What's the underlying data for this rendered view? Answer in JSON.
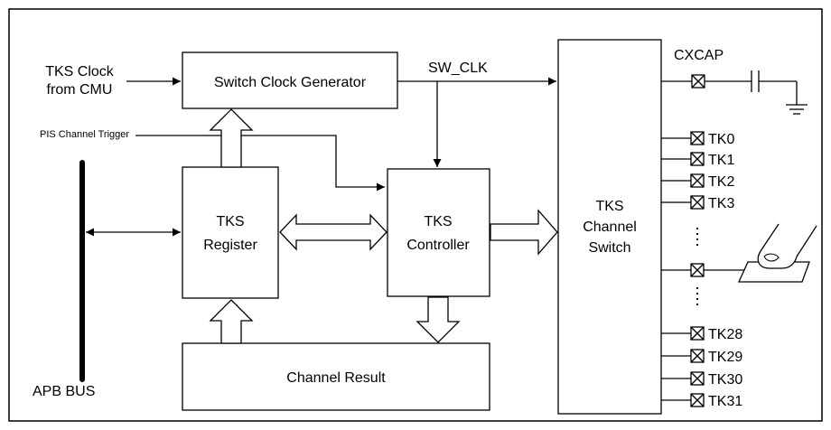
{
  "blocks": {
    "switch_clock_generator": "Switch Clock Generator",
    "tks_register": [
      "TKS",
      "Register"
    ],
    "tks_controller": [
      "TKS",
      "Controller"
    ],
    "tks_channel_switch": [
      "TKS",
      "Channel",
      "Switch"
    ],
    "channel_result": "Channel Result"
  },
  "signals": {
    "tks_clock": [
      "TKS Clock",
      "from CMU"
    ],
    "pis_channel_trigger": "PIS Channel Trigger",
    "sw_clk": "SW_CLK",
    "apb_bus": "APB BUS",
    "cxcap": "CXCAP"
  },
  "pins": {
    "top": [
      "TK0",
      "TK1",
      "TK2",
      "TK3"
    ],
    "bottom": [
      "TK28",
      "TK29",
      "TK30",
      "TK31"
    ]
  },
  "icons": {
    "pad": "pad-x-box-icon",
    "capacitor": "capacitor-icon",
    "ground": "ground-icon",
    "finger": "finger-touch-icon"
  }
}
